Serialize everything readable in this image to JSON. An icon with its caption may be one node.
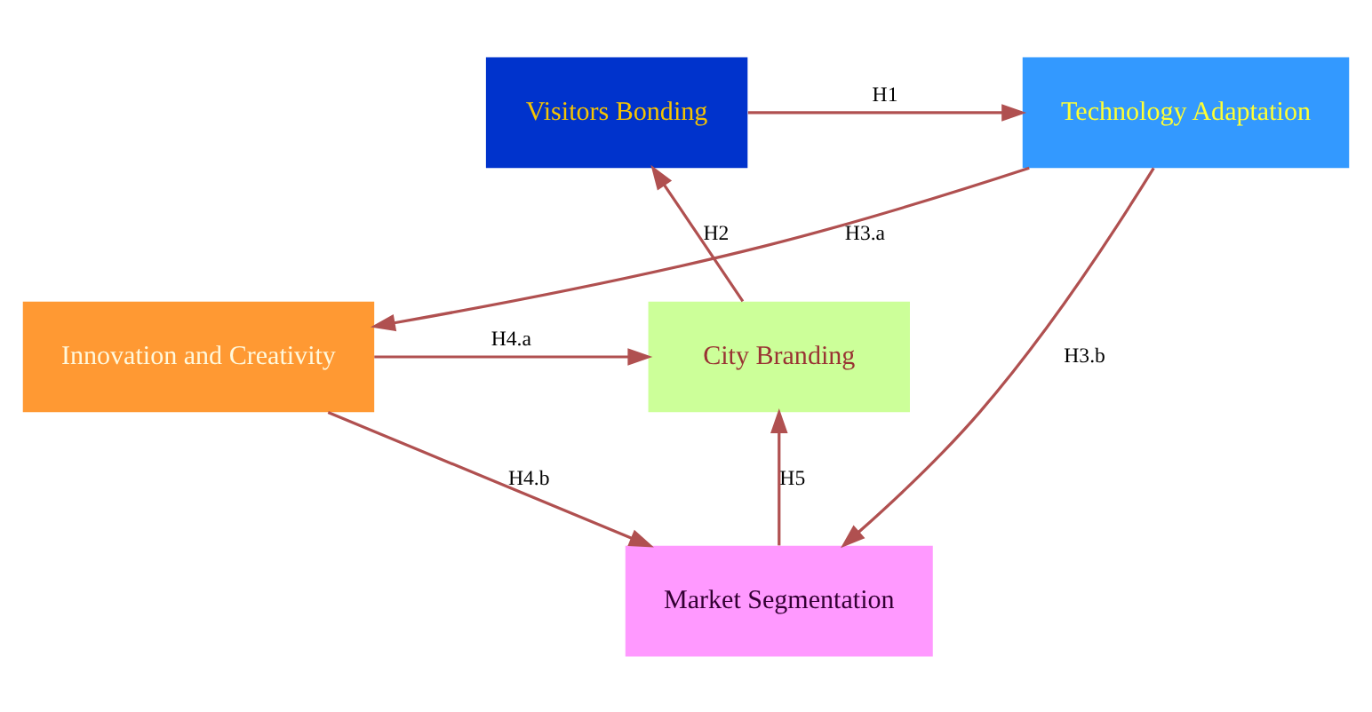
{
  "diagram": {
    "nodes": [
      {
        "text": [
          "Visitors Bonding"
        ]
      },
      {
        "text": [
          "Technology Adaptation"
        ]
      },
      {
        "text": [
          "Innovation and Creativity"
        ]
      },
      {
        "text": [
          "City Branding"
        ]
      },
      {
        "text": [
          "Market Segmentation"
        ]
      }
    ],
    "edges": [
      {
        "from": 0,
        "to": 1,
        "arrow": "to",
        "label": "H1"
      },
      {
        "from": 3,
        "to": 0,
        "arrow": "to",
        "label": "H2"
      },
      {
        "from": 1,
        "to": 2,
        "arrow": "to",
        "label": "H3.a"
      },
      {
        "from": 1,
        "to": 4,
        "arrow": "to",
        "label": "H3.b"
      },
      {
        "from": 2,
        "to": 3,
        "arrow": "to",
        "label": "H4.a"
      },
      {
        "from": 2,
        "to": 4,
        "arrow": "to",
        "label": "H4.b"
      },
      {
        "from": 4,
        "to": 3,
        "arrow": "to",
        "label": "H5"
      }
    ]
  }
}
